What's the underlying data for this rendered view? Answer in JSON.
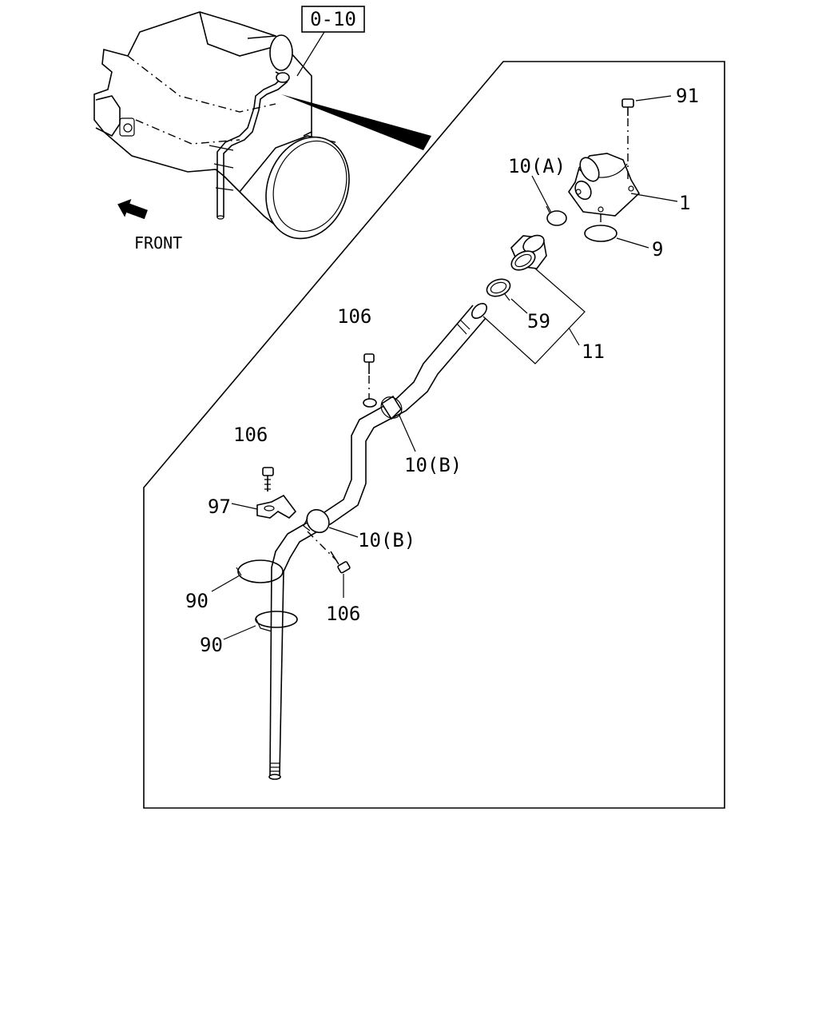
{
  "reference_box": "0-10",
  "front_label": "FRONT",
  "callouts": {
    "c91": "91",
    "c10a": "10(A)",
    "c1": "1",
    "c9": "9",
    "c59": "59",
    "c11": "11",
    "c106_top": "106",
    "c10b_upper": "10(B)",
    "c106_mid": "106",
    "c97": "97",
    "c10b_lower": "10(B)",
    "c90_upper": "90",
    "c90_lower": "90",
    "c106_low": "106"
  }
}
